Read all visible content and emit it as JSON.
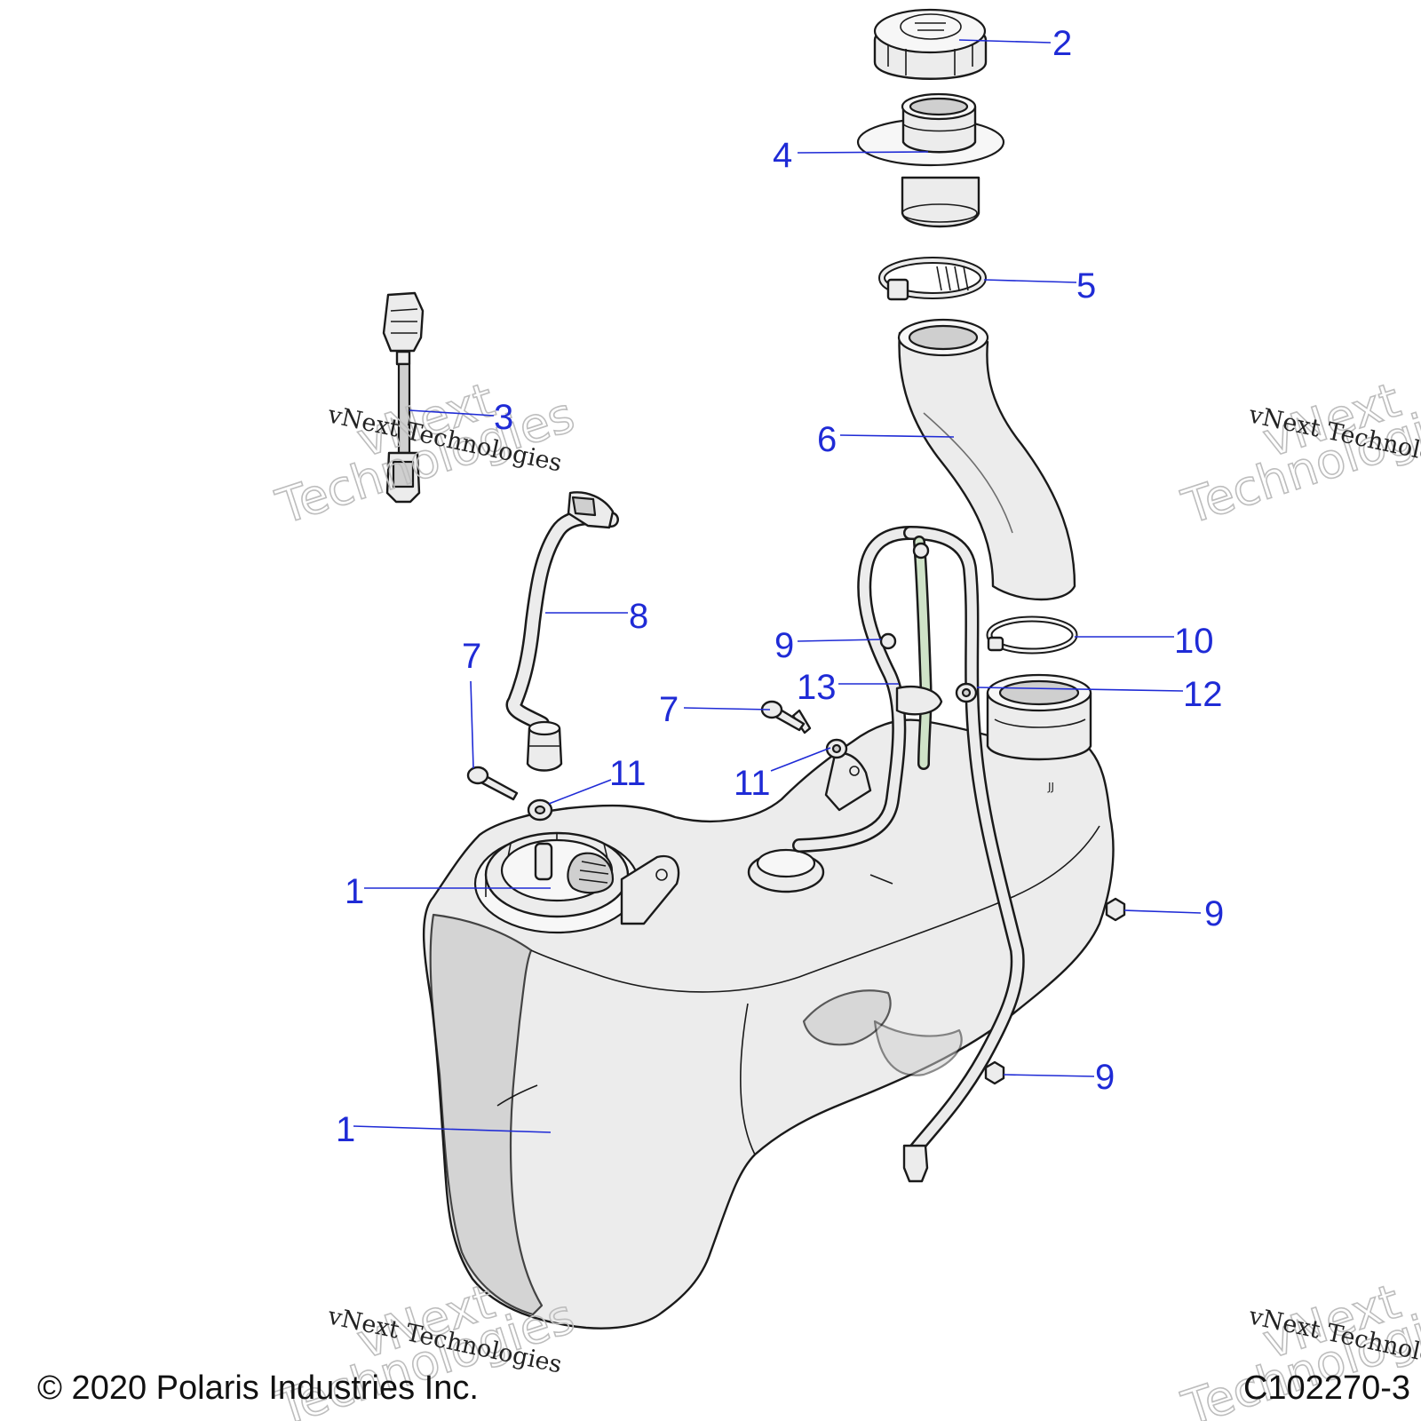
{
  "callouts": {
    "c1a": "1",
    "c1b": "1",
    "c2": "2",
    "c3": "3",
    "c4": "4",
    "c5": "5",
    "c6": "6",
    "c7a": "7",
    "c7b": "7",
    "c8": "8",
    "c9a": "9",
    "c9b": "9",
    "c9c": "9",
    "c10": "10",
    "c11a": "11",
    "c11b": "11",
    "c12": "12",
    "c13": "13"
  },
  "watermark": {
    "line": "vNext Technologies",
    "big_top": "vNext",
    "big_bottom": "Technologies"
  },
  "footer": {
    "copyright": "© 2020 Polaris Industries Inc.",
    "figure_id": "C102270-3"
  },
  "colors": {
    "callout": "#1f2bd6",
    "part_fill": "#ececec",
    "watermark_outline": "#bdbdbd"
  }
}
